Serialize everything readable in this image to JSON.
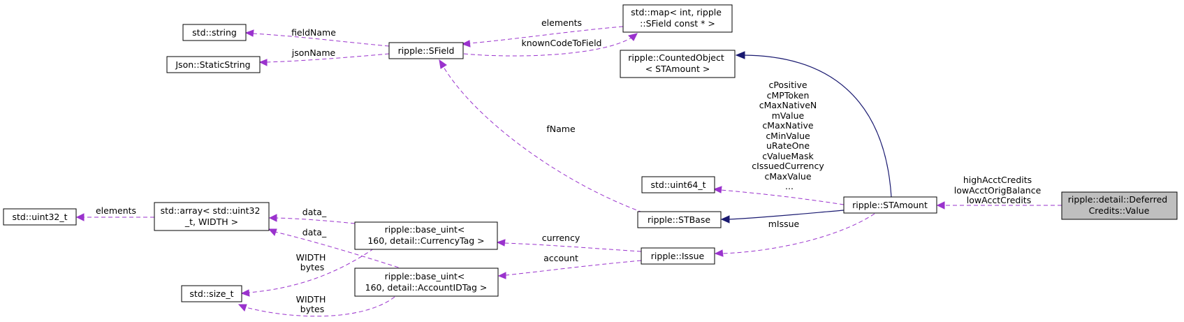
{
  "nodes": {
    "std_string": [
      "std::string"
    ],
    "json_staticstring": [
      "Json::StaticString"
    ],
    "sfield": [
      "ripple::SField"
    ],
    "std_map": [
      "std::map< int, ripple",
      "::SField const * >"
    ],
    "counted_object": [
      "ripple::CountedObject",
      "< STAmount >"
    ],
    "std_uint64": [
      "std::uint64_t"
    ],
    "stbase": [
      "ripple::STBase"
    ],
    "stamount": [
      "ripple::STAmount"
    ],
    "deferred_credits_value": [
      "ripple::detail::Deferred",
      "Credits::Value"
    ],
    "std_uint32": [
      "std::uint32_t"
    ],
    "std_array": [
      "std::array< std::uint32",
      "_t, WIDTH >"
    ],
    "base_uint_currency": [
      "ripple::base_uint<",
      "160, detail::CurrencyTag >"
    ],
    "base_uint_account": [
      "ripple::base_uint<",
      "160, detail::AccountIDTag >"
    ],
    "issue": [
      "ripple::Issue"
    ],
    "std_size_t": [
      "std::size_t"
    ]
  },
  "edge_labels": {
    "field_name": [
      "fieldName"
    ],
    "json_name": [
      "jsonName"
    ],
    "map_elements": [
      "elements"
    ],
    "known_code_to_field": [
      "knownCodeToField"
    ],
    "f_name": [
      "fName"
    ],
    "stamount_members": [
      "cPositive",
      "cMPToken",
      "cMaxNativeN",
      "mValue",
      "cMaxNative",
      "cMinValue",
      "uRateOne",
      "cValueMask",
      "cIssuedCurrency",
      "cMaxValue",
      "..."
    ],
    "credits_members": [
      "highAcctCredits",
      "lowAcctOrigBalance",
      "lowAcctCredits"
    ],
    "array_elements": [
      "elements"
    ],
    "data_currency": [
      "data_"
    ],
    "data_account": [
      "data_"
    ],
    "currency": [
      "currency"
    ],
    "account": [
      "account"
    ],
    "m_issue": [
      "mIssue"
    ],
    "width_bytes_array": [
      "WIDTH",
      "bytes"
    ],
    "width_bytes_account": [
      "WIDTH",
      "bytes"
    ]
  },
  "colors": {
    "dependency_edge": "#9a32cd",
    "inheritance_edge": "#191970",
    "focus_fill": "#bfbfbf"
  }
}
